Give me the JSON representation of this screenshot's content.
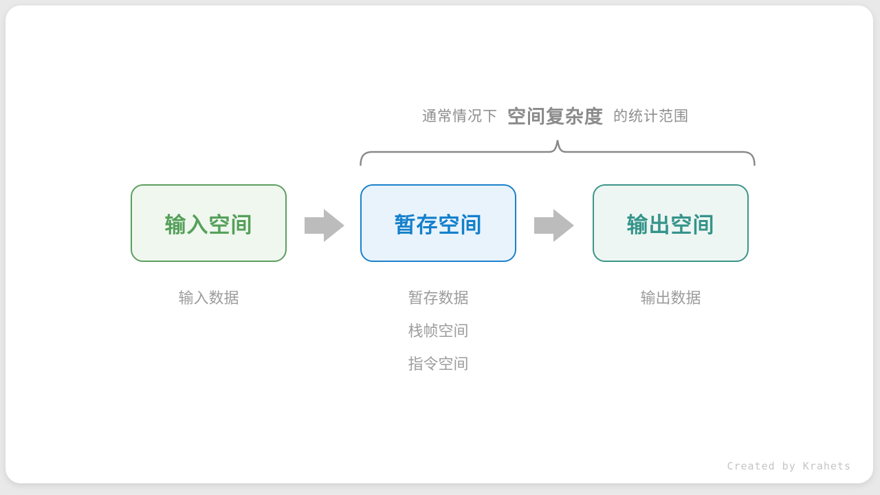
{
  "caption": {
    "prefix": "通常情况下",
    "highlight": "空间复杂度",
    "suffix": "的统计范围"
  },
  "boxes": [
    {
      "id": "input",
      "label": "输入空间",
      "border_color": "#5b9e5f",
      "fill_color": "#f0f7ee",
      "text_color": "#55a05b"
    },
    {
      "id": "temporary",
      "label": "暂存空间",
      "border_color": "#1a80ca",
      "fill_color": "#e9f3fc",
      "text_color": "#1480cb"
    },
    {
      "id": "output",
      "label": "输出空间",
      "border_color": "#3b9488",
      "fill_color": "#eef6f3",
      "text_color": "#35948a"
    }
  ],
  "annotations": {
    "input": [
      "输入数据"
    ],
    "temporary": [
      "暂存数据",
      "栈帧空间",
      "指令空间"
    ],
    "output": [
      "输出数据"
    ]
  },
  "footer": {
    "credit": "Created by Krahets"
  },
  "colors": {
    "caption_regular": "#8d8d8d",
    "caption_strong": "#8a8a8a",
    "brace": "#898989",
    "arrow": "#bcbcbc",
    "annotation_text": "#9c9c9c",
    "credit_text": "#c5c5c5",
    "card_bg": "#ffffff",
    "page_bg": "#e9e9e9"
  }
}
